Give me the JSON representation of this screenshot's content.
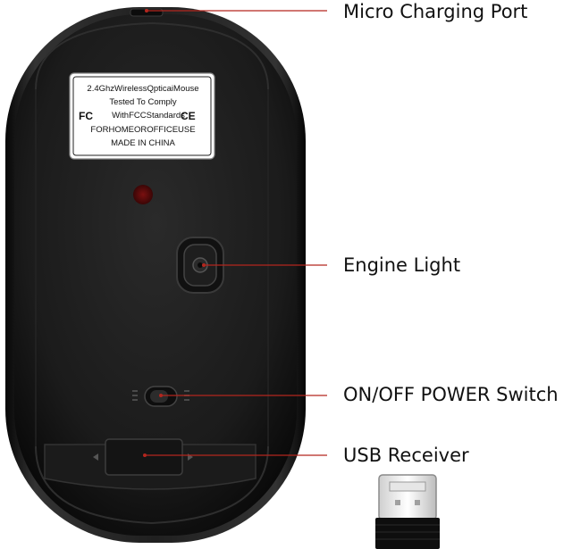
{
  "callouts": {
    "micro_charging_port": "Micro Charging Port",
    "engine_light": "Engine Light",
    "power_switch": "ON/OFF POWER Switch",
    "usb_receiver": "USB Receiver"
  },
  "sticker": {
    "line1": "2.4GhzWirelessQpticaiMouse",
    "line2": "Tested To Comply",
    "fcc_logo": "FC",
    "line3": "WithFCCStandards",
    "ce_logo": "CE",
    "line4": "FORHOMEOROFFICEUSE",
    "line5": "MADE IN CHINA"
  },
  "colors": {
    "callout_line": "#b3261e",
    "mouse_body": "#1a1a1a",
    "sticker_bg": "#ffffff",
    "red_led": "#5a0a0a"
  }
}
